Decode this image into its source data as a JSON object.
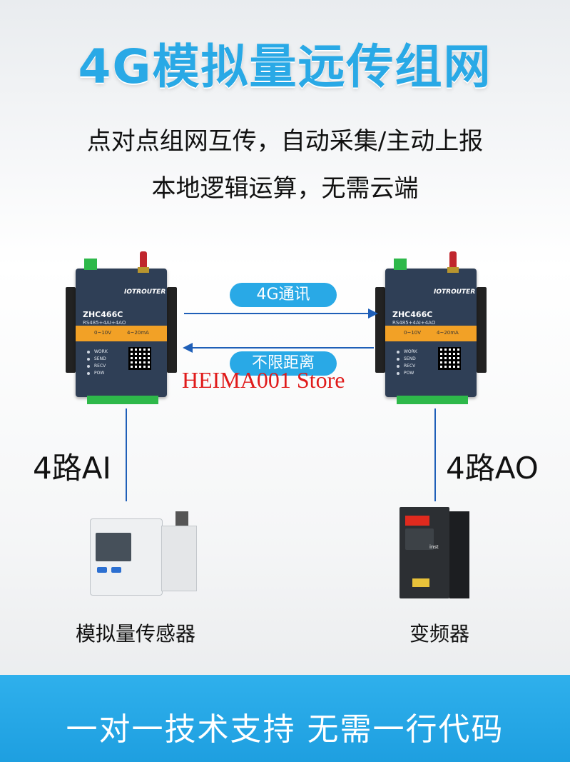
{
  "header": {
    "title": "4G模拟量远传组网",
    "subtitle_line1": "点对点组网互传，自动采集/主动上报",
    "subtitle_line2": "本地逻辑运算，无需云端"
  },
  "devices": {
    "left": {
      "logo": "IOTROUTER",
      "model": "ZHC466C",
      "spec": "RS485+4AI+4AO",
      "range1": "0~10V",
      "range2": "4~20mA",
      "leds": [
        "WORK",
        "SEND",
        "RECV",
        "POW"
      ]
    },
    "right": {
      "logo": "IOTROUTER",
      "model": "ZHC466C",
      "spec": "RS485+4AI+4AO",
      "range1": "0~10V",
      "range2": "4~20mA",
      "leds": [
        "WORK",
        "SEND",
        "RECV",
        "POW"
      ]
    }
  },
  "link": {
    "top_label": "4G通讯",
    "bottom_label": "不限距离"
  },
  "watermark": "HEIMA001 Store",
  "ports": {
    "left_label": "4路AI",
    "right_label": "4路AO"
  },
  "endpoints": {
    "sensor_name": "模拟量传感器",
    "vfd_name": "变频器",
    "vfd_brand": "inst"
  },
  "footer": {
    "text": "一对一技术支持  无需一行代码"
  },
  "colors": {
    "accent": "#29a9e6",
    "line": "#1f5fb8",
    "watermark": "#e01b1b",
    "device_band": "#f2a126"
  }
}
